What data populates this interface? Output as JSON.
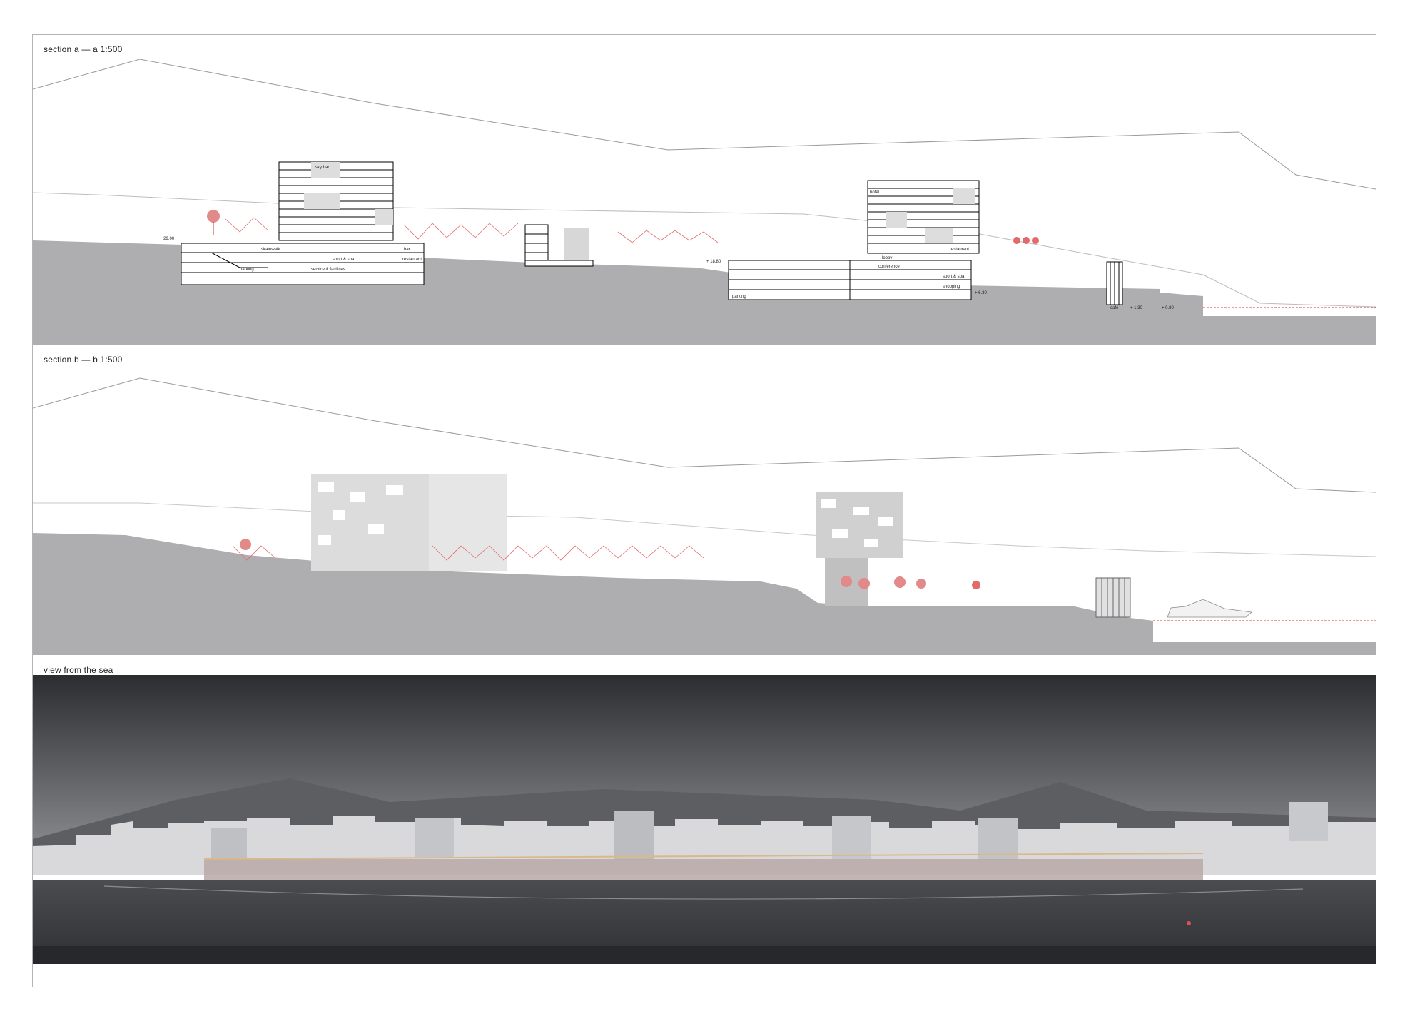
{
  "panels": {
    "section_a": {
      "title": "section a — a 1:500",
      "levels": {
        "top": "+ 29.00",
        "mid": "+ 18.80",
        "lower": "+ 6.30",
        "low": "+ 1.30",
        "sea": "+ 0.80"
      },
      "rooms": {
        "sky_bar": "sky bar",
        "skatewalk": "skatewalk",
        "sport_spa_left": "sport & spa",
        "bar": "bar",
        "restaurant_left": "restaurant",
        "parking_left": "parking",
        "service": "service & facilities",
        "hotel": "hotel",
        "lobby": "lobby",
        "restaurant_right": "restaurant",
        "conference": "conference",
        "sport_spa_right": "sport & spa",
        "shopping": "shopping",
        "parking_right": "parking",
        "cafe": "café"
      }
    },
    "section_b": {
      "title": "section b — b 1:500"
    },
    "sea_view": {
      "title": "view from the sea"
    }
  },
  "colors": {
    "ground": "#aeaeb0",
    "accent": "#d63a3a",
    "sky_top": "#2f3033",
    "sea": "#3a3c3f"
  }
}
